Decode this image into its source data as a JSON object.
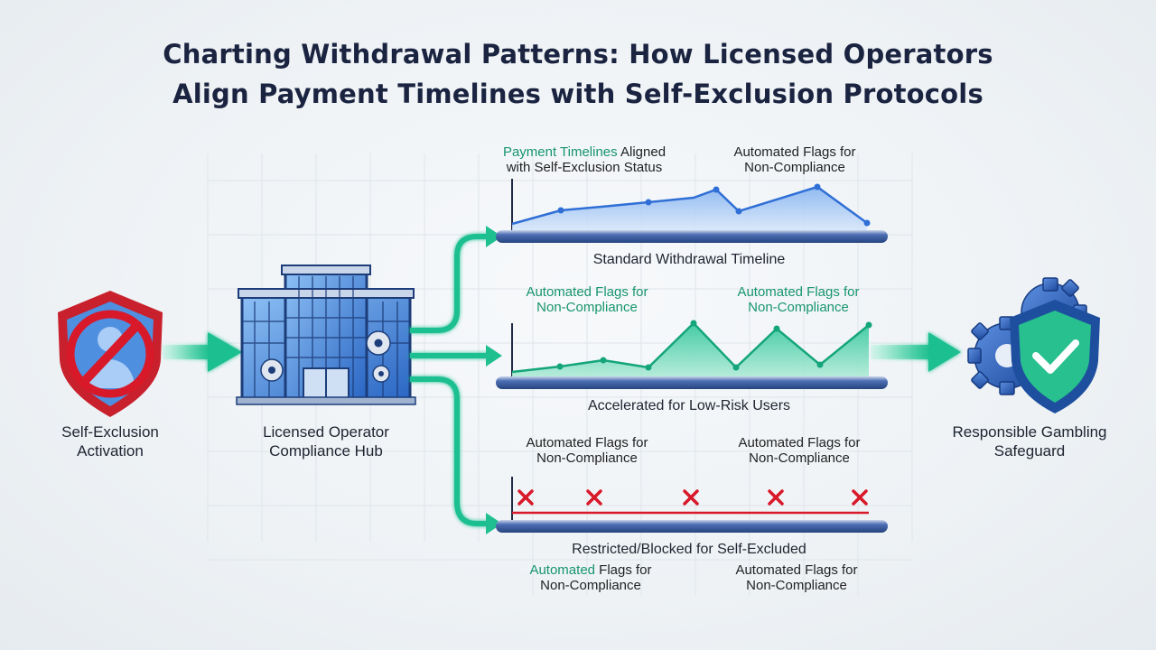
{
  "title": {
    "line1": "Charting Withdrawal Patterns: How Licensed Operators",
    "line2": "Align Payment Timelines with Self-Exclusion Protocols"
  },
  "nodes": {
    "self_exclusion": {
      "line1": "Self-Exclusion",
      "line2": "Activation",
      "icon": "shield-blocked-user-icon"
    },
    "operator_hub": {
      "line1": "Licensed Operator",
      "line2": "Compliance Hub",
      "icon": "building-gears-icon"
    },
    "safeguard": {
      "line1": "Responsible Gambling",
      "line2": "Safeguard",
      "icon": "shield-check-gears-icon"
    }
  },
  "timelines": [
    {
      "label": "Standard Withdrawal Timeline",
      "annotations": [
        {
          "line1": "Payment Timelines Aligned",
          "line2": "with Self-Exclusion Status",
          "green_part": "Payment Timelines"
        },
        {
          "line1": "Automated Flags for",
          "line2": "Non-Compliance"
        }
      ]
    },
    {
      "label": "Accelerated for Low-Risk Users",
      "annotations": [
        {
          "line1": "Automated Flags for",
          "line2": "Non-Compliance",
          "color": "green"
        },
        {
          "line1": "Automated Flags for",
          "line2": "Non-Compliance",
          "color": "green"
        }
      ]
    },
    {
      "label": "Restricted/Blocked for Self-Excluded",
      "annotations": [
        {
          "line1": "Automated Flags for",
          "line2": "Non-Compliance"
        },
        {
          "line1": "Automated Flags for",
          "line2": "Non-Compliance"
        }
      ],
      "bottom_annotations": [
        {
          "line1": "Automated Flags for",
          "line2": "Non-Compliance",
          "green_part": "Automated"
        },
        {
          "line1": "Automated Flags for",
          "line2": "Non-Compliance"
        }
      ]
    }
  ],
  "colors": {
    "accent_green": "#1fbf8f",
    "accent_blue": "#2f6fd6",
    "block_red": "#d8192a",
    "title": "#1a2340"
  }
}
